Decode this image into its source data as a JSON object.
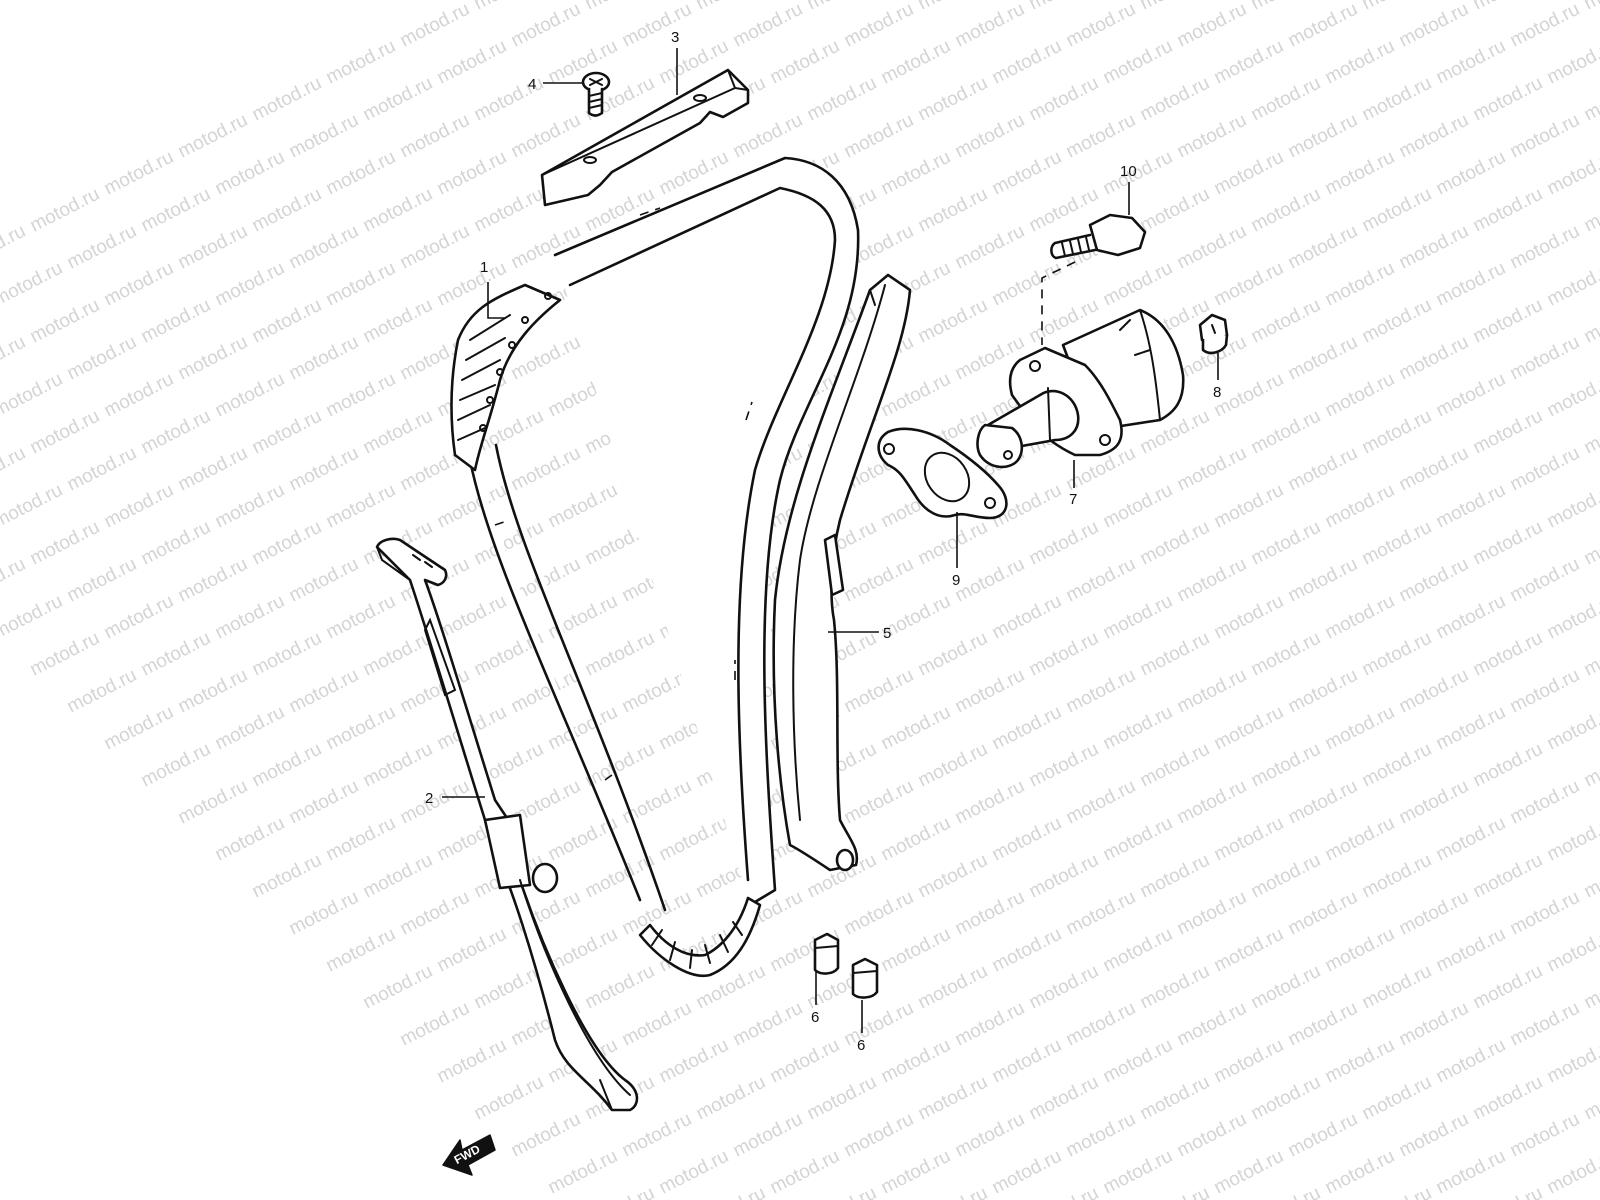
{
  "watermark": "motod.ru",
  "fwd_label": "FWD",
  "callouts": {
    "c1": "1",
    "c2": "2",
    "c3": "3",
    "c4": "4",
    "c5": "5",
    "c6a": "6",
    "c6b": "6",
    "c7": "7",
    "c8": "8",
    "c9": "9",
    "c10": "10"
  },
  "colors": {
    "line": "#111111",
    "watermark": "#d4d4d4",
    "background": "#ffffff"
  }
}
